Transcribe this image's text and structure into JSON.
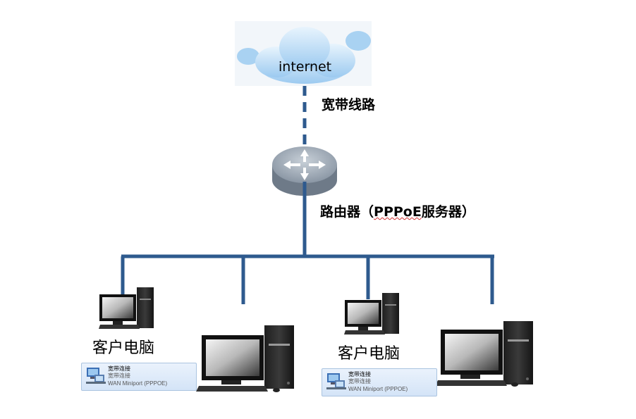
{
  "cloud": {
    "label": "internet"
  },
  "link": {
    "label": "宽带线路"
  },
  "router": {
    "label_prefix": "路由器（",
    "label_proto": "PPPoE",
    "label_suffix": "服务器）"
  },
  "clients": [
    {
      "label": "客户电脑"
    },
    {
      "label": "客户电脑"
    }
  ],
  "connections": [
    {
      "name": "宽带连接",
      "status": "宽带连接",
      "device": "WAN Miniport (PPPOE)"
    },
    {
      "name": "宽带连接",
      "status": "宽带连接",
      "device": "WAN Miniport (PPPOE)"
    }
  ],
  "colors": {
    "line": "#2e5a8e",
    "cloud": "#bcd9f2",
    "router": "#8d99a6"
  }
}
